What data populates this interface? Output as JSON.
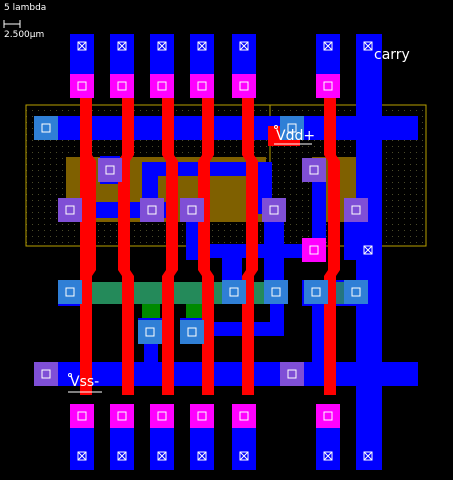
{
  "scale_bar": {
    "lambda_label": "5 lambda",
    "unit_label": "2.500µm"
  },
  "nets": {
    "carry": "carry",
    "vdd": "Vdd+",
    "vss": "Vss-"
  },
  "colors": {
    "background": "#000000",
    "metal1": "#0000ff",
    "poly": "#ff0000",
    "contact_magenta": "#ff00ff",
    "contact_cyan": "#2f7fd6",
    "contact_violet": "#7f4fd6",
    "pdiff": "#7f6000",
    "ndiff": "#008000",
    "nwell_outline": "#b8a000",
    "white": "#ffffff"
  }
}
